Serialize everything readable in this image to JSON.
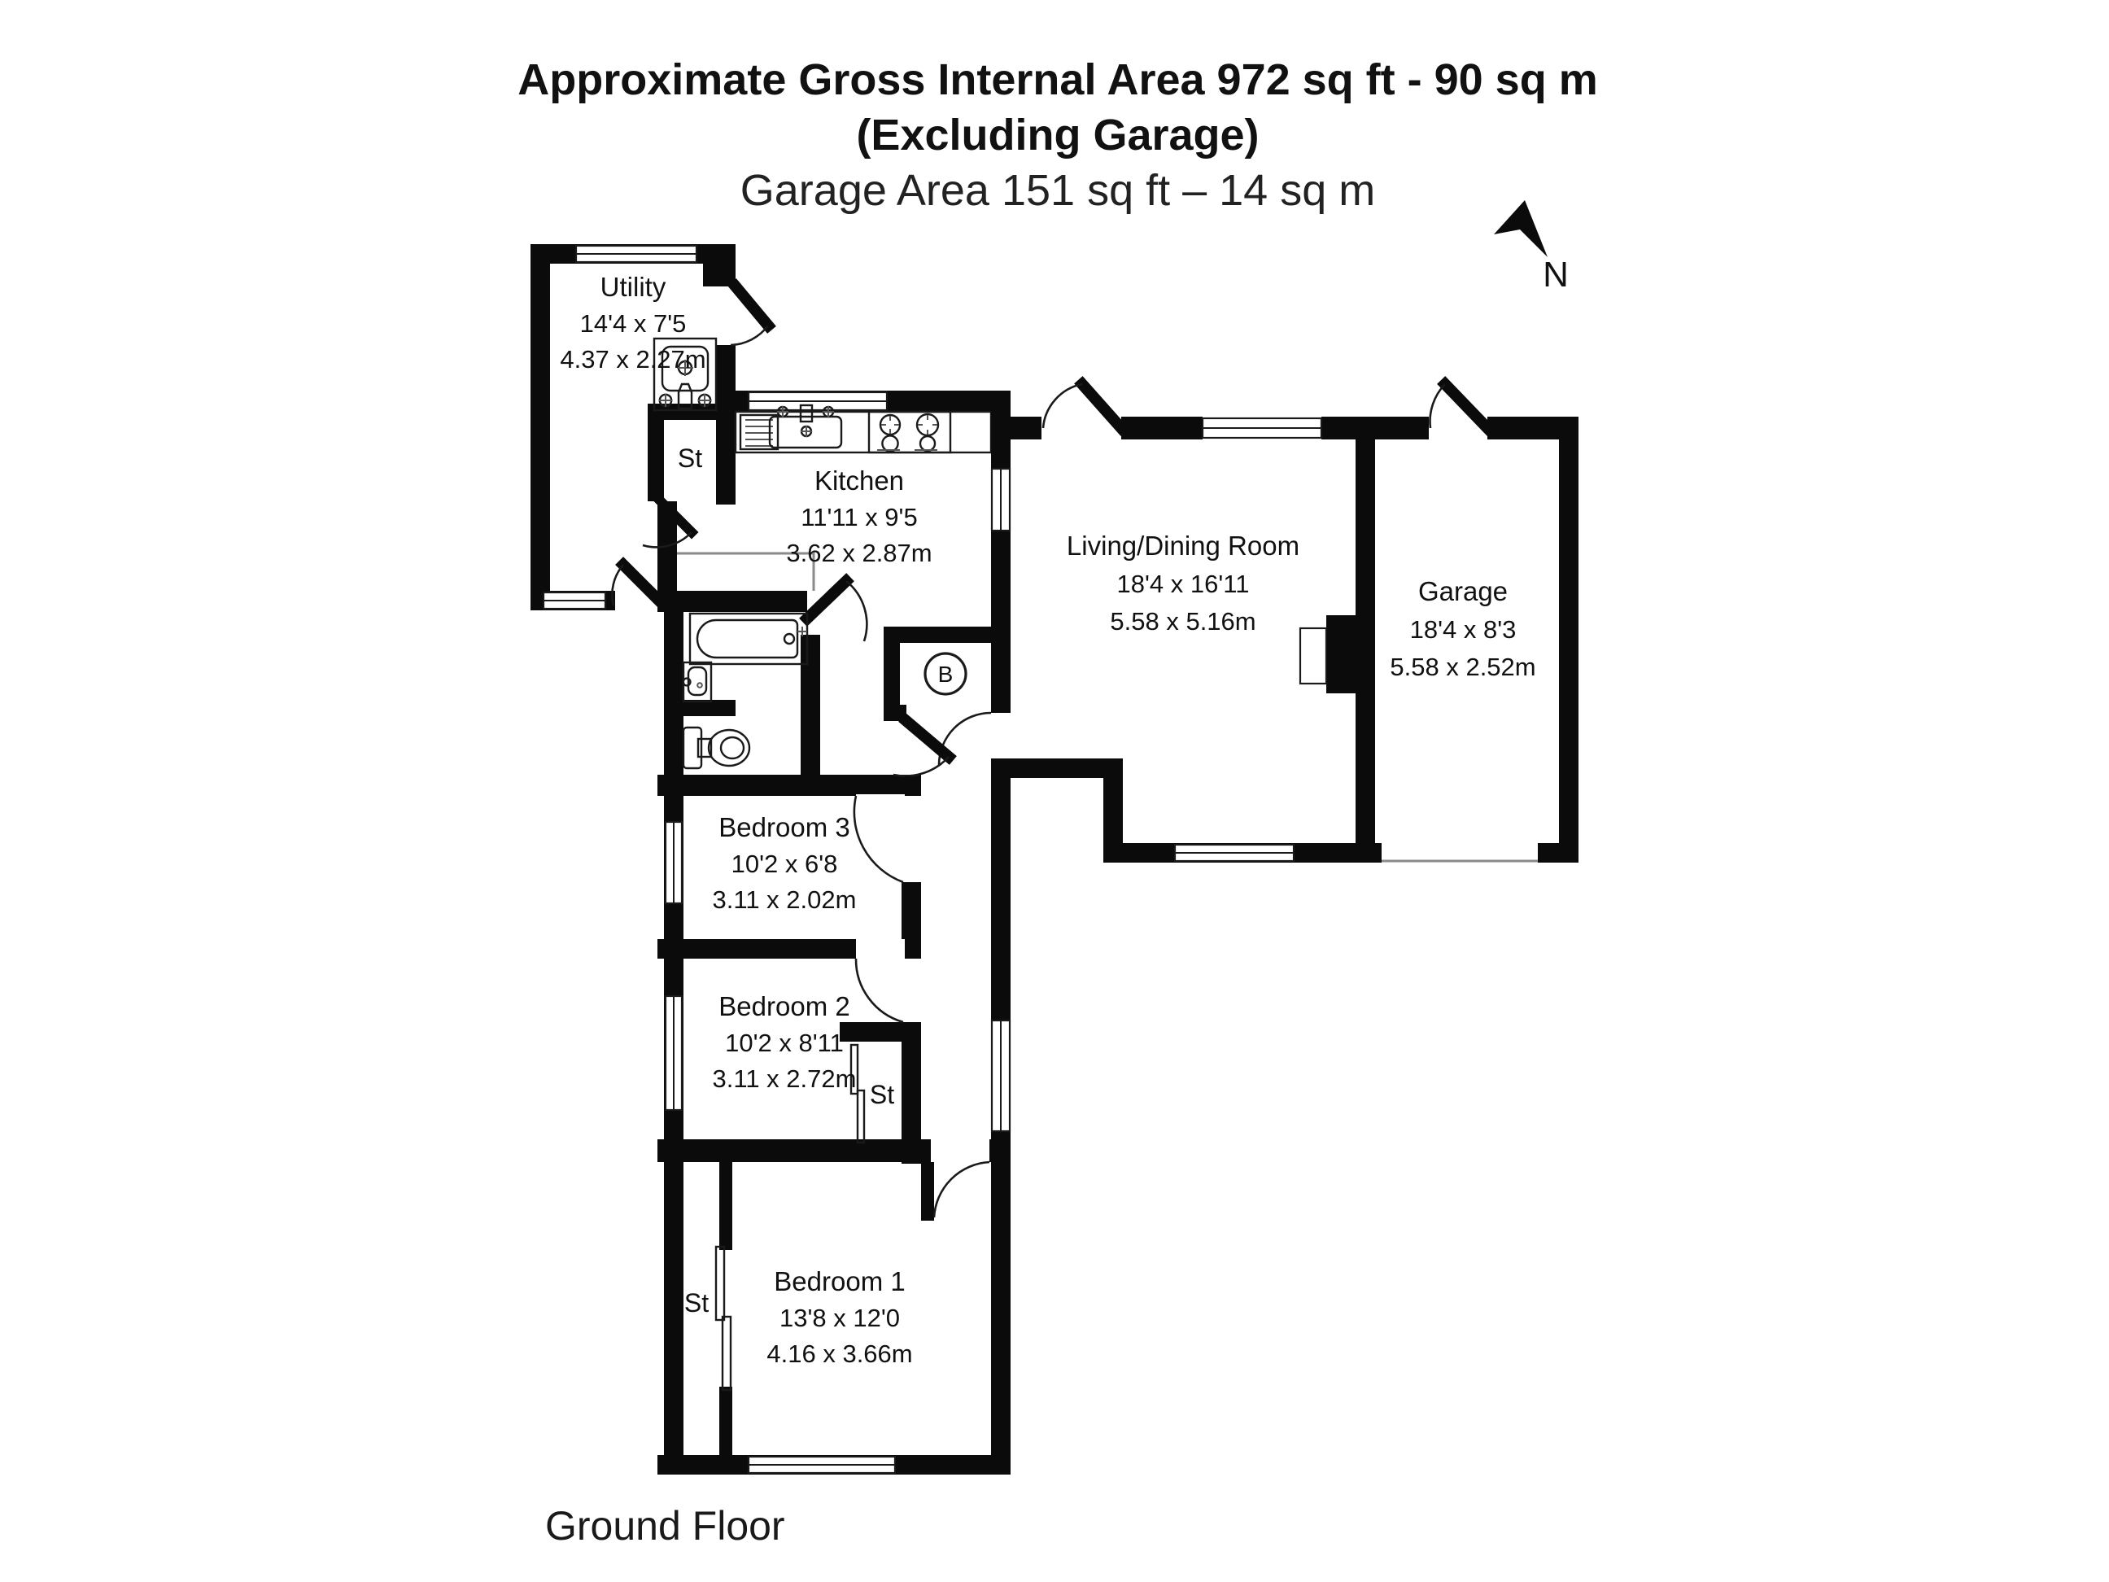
{
  "title": {
    "line1": "Approximate Gross Internal Area 972 sq ft - 90 sq m",
    "line2": "(Excluding Garage)",
    "line3": "Garage Area 151 sq ft – 14 sq m"
  },
  "floor_label": "Ground Floor",
  "compass": {
    "label": "N"
  },
  "rooms": [
    {
      "id": "utility",
      "name": "Utility",
      "dims_imperial": "14'4 x 7'5",
      "dims_metric": "4.37 x 2.27m"
    },
    {
      "id": "kitchen",
      "name": "Kitchen",
      "dims_imperial": "11'11 x 9'5",
      "dims_metric": "3.62 x 2.87m"
    },
    {
      "id": "living_dining",
      "name": "Living/Dining Room",
      "dims_imperial": "18'4 x 16'11",
      "dims_metric": "5.58 x 5.16m"
    },
    {
      "id": "garage",
      "name": "Garage",
      "dims_imperial": "18'4 x 8'3",
      "dims_metric": "5.58 x 2.52m"
    },
    {
      "id": "bedroom3",
      "name": "Bedroom 3",
      "dims_imperial": "10'2 x 6'8",
      "dims_metric": "3.11 x 2.02m"
    },
    {
      "id": "bedroom2",
      "name": "Bedroom 2",
      "dims_imperial": "10'2 x 8'11",
      "dims_metric": "3.11 x 2.72m"
    },
    {
      "id": "bedroom1",
      "name": "Bedroom 1",
      "dims_imperial": "13'8 x 12'0",
      "dims_metric": "4.16 x 3.66m"
    }
  ],
  "labels": {
    "storage": "St",
    "boiler": "B"
  },
  "icons": [
    "north-arrow",
    "utility-sink",
    "kitchen-sink",
    "hob",
    "bathtub",
    "wash-basin",
    "toilet",
    "boiler-circle"
  ],
  "colors": {
    "wall": "#0b0b0b",
    "text": "#1a1a1a",
    "floor_edge": "#8a8a8a",
    "background": "#ffffff"
  }
}
